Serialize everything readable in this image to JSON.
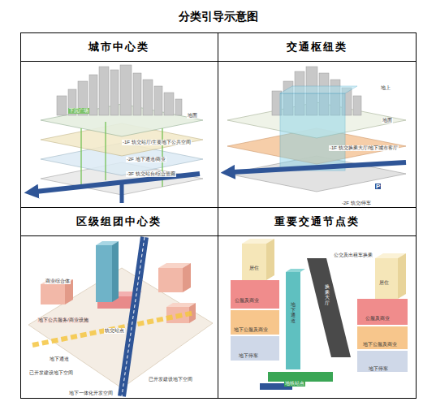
{
  "diagram": {
    "title": "分类引导示意图",
    "labels": [
      "城市中心类",
      "交通枢纽类",
      "区级组团中心类",
      "重要交通节点类",
      "下沉广场",
      "地面",
      "-1F 轨交站厅/主要地下公共空间",
      "-2F 地下通道/商业",
      "-3F 轨交站台/综合管廊",
      "地上",
      "地面",
      "-1F 轨交换乘大厅/地下城市客厅",
      "P",
      "-2F 轨交/停车",
      "商业综合体",
      "地下公共服务/商业设施",
      "轨交站点",
      "地下通道",
      "已开发建设地下空间",
      "地下一体化开发空间",
      "已开发建设地下空间",
      "公交及出租车换乘",
      "居住",
      "居住",
      "公服及商业",
      "公服及商业",
      "地下通道",
      "换乘大厅",
      "地下公服及商业",
      "地下公服及商业",
      "地下停车",
      "地下停车",
      "地铁站点"
    ]
  }
}
